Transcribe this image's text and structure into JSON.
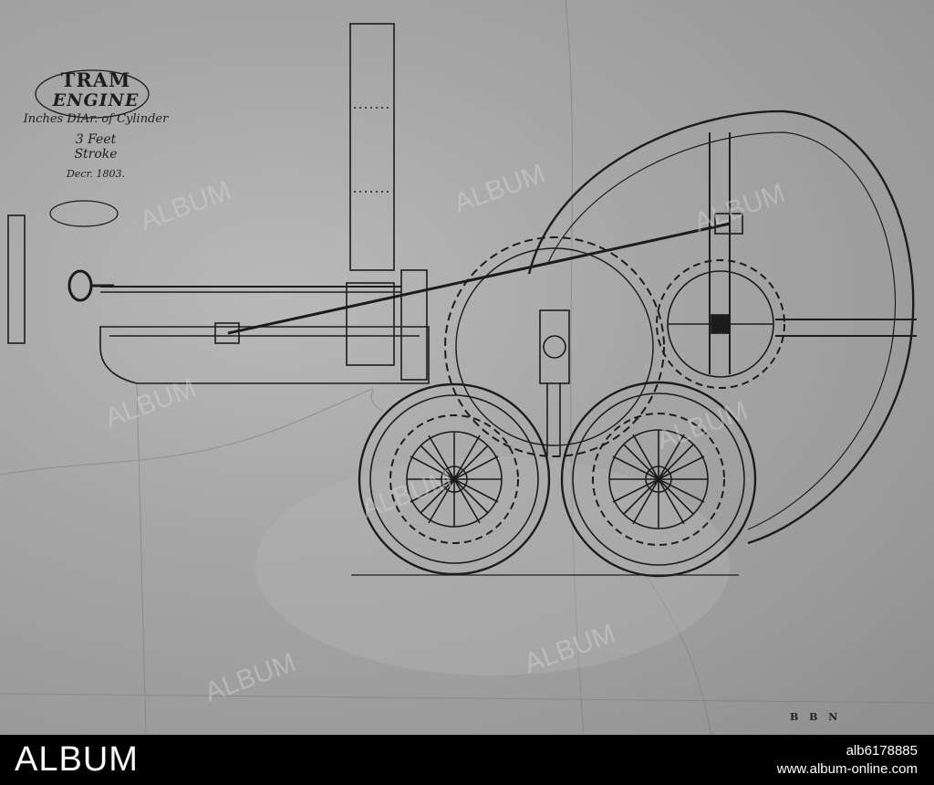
{
  "title_block": {
    "line1": "TRAM",
    "line2": "ENGINE",
    "line3": "Inches DIAr. of Cylinder",
    "line4": "3 Feet",
    "line5": "Stroke",
    "line6": "Decr. 1803."
  },
  "sheet_mark": "B B N",
  "footer": {
    "brand": "ALBUM",
    "ref_id": "alb6178885",
    "site": "www.album-online.com"
  },
  "watermark_text": "ALBUM",
  "colors": {
    "paper": "#a8a8a8",
    "ink": "#1e1e1e",
    "footer": "#000000"
  }
}
